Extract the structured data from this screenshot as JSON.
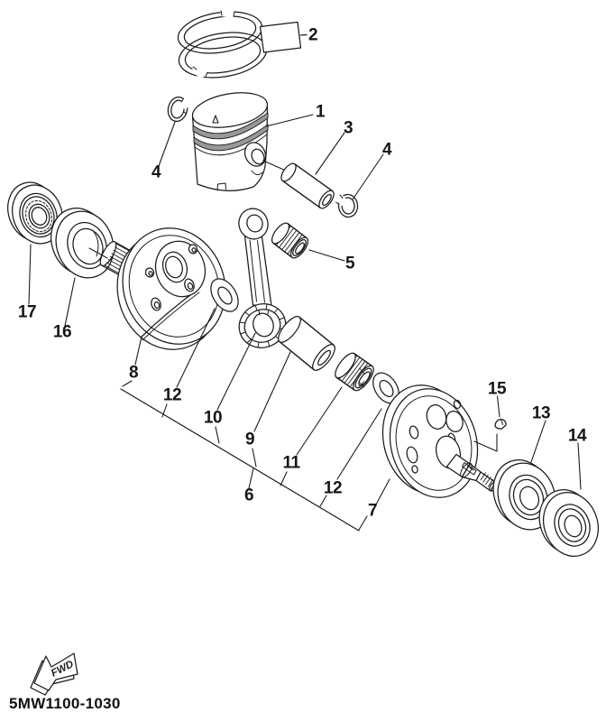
{
  "diagram": {
    "footer": {
      "part_code": "5MW1100-1030"
    },
    "fwd_label": "FWD",
    "colors": {
      "line": "#1b1b1b",
      "background": "#ffffff",
      "groove_shade": "#989898"
    },
    "callouts": {
      "n1": "1",
      "n2": "2",
      "n3": "3",
      "n4a": "4",
      "n4b": "4",
      "n5": "5",
      "n6": "6",
      "n7": "7",
      "n8": "8",
      "n9": "9",
      "n10": "10",
      "n11": "11",
      "n12a": "12",
      "n12b": "12",
      "n13": "13",
      "n14": "14",
      "n15": "15",
      "n16": "16",
      "n17": "17"
    }
  }
}
